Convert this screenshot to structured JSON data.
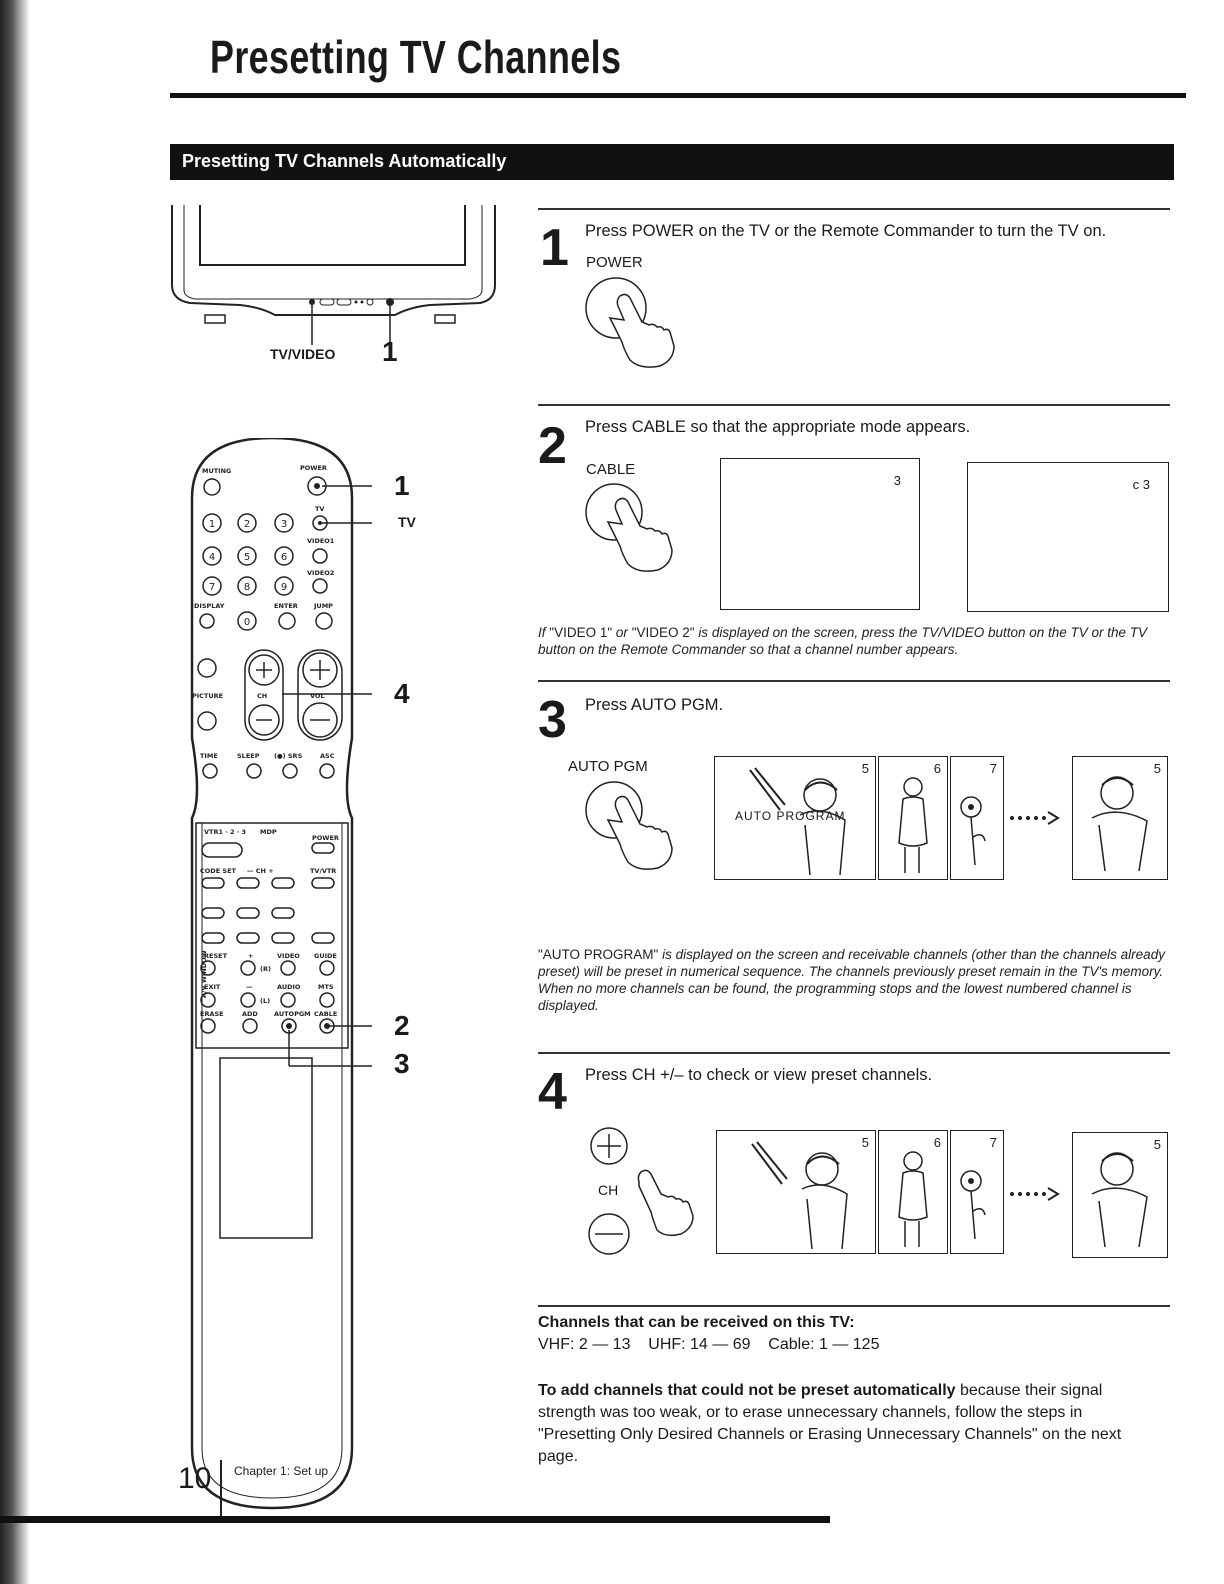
{
  "page_title": "Presetting TV Channels",
  "section_title": "Presetting TV Channels Automatically",
  "tv_front": {
    "tv_video_label": "TV/VIDEO",
    "callout_1": "1"
  },
  "remote": {
    "labels": {
      "muting": "MUTING",
      "power": "POWER",
      "tv": "TV",
      "video1": "VIDEO1",
      "video2": "VIDEO2",
      "display": "DISPLAY",
      "enter": "ENTER",
      "jump": "JUMP",
      "picture": "PICTURE",
      "ch": "CH",
      "vol": "VOL",
      "time": "TIME",
      "sleep": "SLEEP",
      "srs": "(●) SRS",
      "asc": "ASC",
      "vtr": "VTR1 · 2 · 3",
      "mdp": "MDP",
      "vtr_power": "POWER",
      "code_set": "CODE SET",
      "ch_minus_plus": "— CH +",
      "tv_vtr": "TV/VTR",
      "reset": "RESET",
      "plus": "+",
      "video": "VIDEO",
      "guide": "GUIDE",
      "exit": "EXIT",
      "minus": "—",
      "audio": "AUDIO",
      "mts": "MTS",
      "erase": "ERASE",
      "add": "ADD",
      "autopgm": "AUTOPGM",
      "cable": "CABLE",
      "av_window": "A/V WINDOW",
      "r": "(R)",
      "l": "(L)"
    },
    "digits": [
      "1",
      "2",
      "3",
      "4",
      "5",
      "6",
      "7",
      "8",
      "9",
      "0"
    ],
    "callouts": {
      "c1": "1",
      "tv": "TV",
      "c4": "4",
      "c2": "2",
      "c3": "3"
    }
  },
  "steps": {
    "s1": {
      "num": "1",
      "text": "Press POWER on the TV or the Remote Commander to turn the TV on.",
      "button": "POWER"
    },
    "s2": {
      "num": "2",
      "text": "Press CABLE so that the appropriate mode appears.",
      "button": "CABLE",
      "screen_a": "3",
      "screen_b": "c 3",
      "note_q1": "\"VIDEO 1\"",
      "note_q2": "\"VIDEO 2\"",
      "note_pre": "If",
      "note_or": "or",
      "note_rest": "is displayed on the screen, press the TV/VIDEO button on the TV or the TV button on the Remote Commander so that a channel number appears."
    },
    "s3": {
      "num": "3",
      "text": "Press AUTO PGM.",
      "button": "AUTO PGM",
      "overlay": "AUTO PROGRAM",
      "ch_a": "5",
      "ch_b": "6",
      "ch_c": "7",
      "ch_d": "5",
      "note_q": "\"AUTO PROGRAM\"",
      "note_1": "is displayed on the screen and receivable channels (other than the channels already preset) will be preset in numerical sequence. The channels previously preset remain in the TV's memory.",
      "note_2": "When no more channels can be found, the programming stops and the lowest numbered channel is displayed."
    },
    "s4": {
      "num": "4",
      "text": "Press CH +/– to check or view preset channels.",
      "button": "CH",
      "ch_a": "5",
      "ch_b": "6",
      "ch_c": "7",
      "ch_d": "5"
    }
  },
  "info": {
    "heading": "Channels that can be received on this TV:",
    "ranges": "VHF: 2 — 13    UHF: 14 — 69    Cable: 1 — 125",
    "add_bold": "To add channels that could not be preset automatically",
    "add_rest": "because their signal strength was too weak, or to erase unnecessary channels, follow the steps in \"Presetting Only Desired Channels or Erasing Unnecessary Channels\" on the next page."
  },
  "footer": {
    "page_number": "10",
    "chapter": "Chapter 1: Set up"
  }
}
